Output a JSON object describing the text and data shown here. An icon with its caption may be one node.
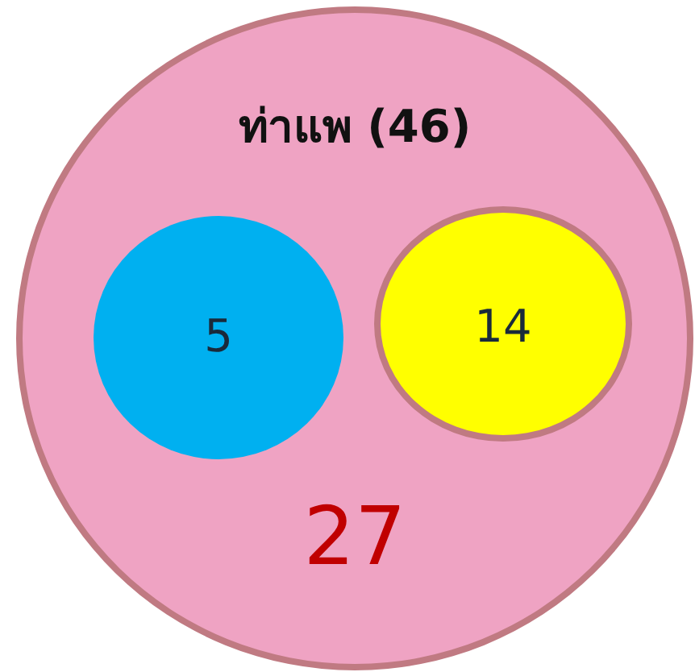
{
  "diagram": {
    "nodes": [
      {
        "text": [
          "ท่าแพ (46)",
          "27"
        ]
      },
      {
        "text": [
          "5"
        ],
        "in": 0
      },
      {
        "text": [
          "14"
        ],
        "in": 0
      }
    ]
  }
}
